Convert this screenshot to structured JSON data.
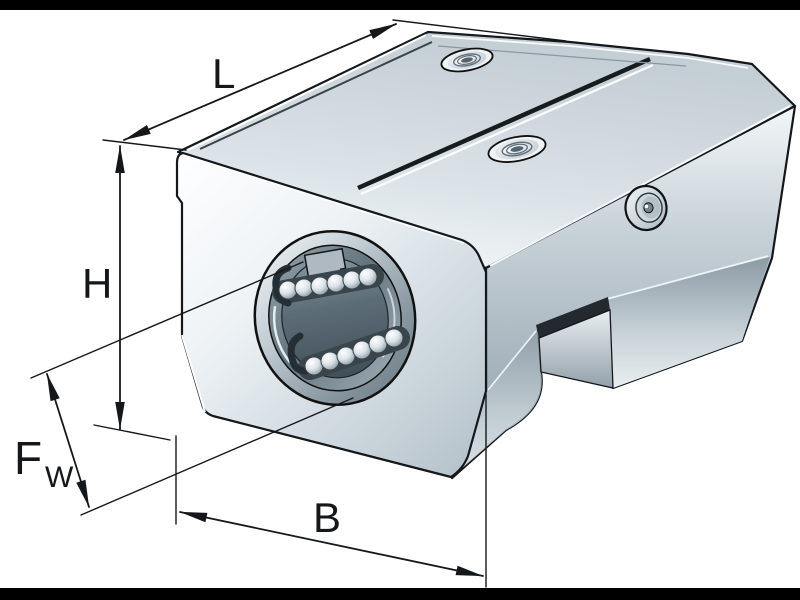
{
  "drawing": {
    "description": "Technical 3D illustration of a linear ball bearing and housing unit with dimension callouts",
    "background": "#ffffff",
    "frame_color": "#000000",
    "line_color": "#15181b",
    "metal_light": "#f4f7f9",
    "metal_mid": "#c6d0d7",
    "metal_dark": "#5d6d77"
  },
  "dimension_labels": {
    "length": "L",
    "height": "H",
    "bore_main": "F",
    "bore_sub": "W",
    "width": "B"
  }
}
